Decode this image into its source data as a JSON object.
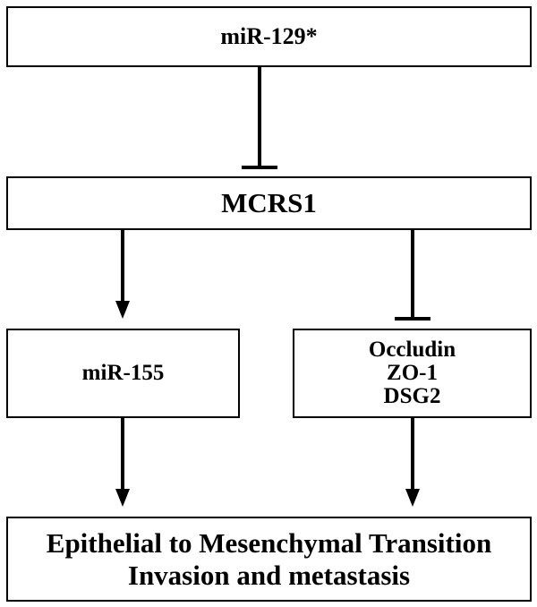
{
  "nodes": {
    "mir129": {
      "label": "miR-129*"
    },
    "mcrs1": {
      "label": "MCRS1"
    },
    "mir155": {
      "label": "miR-155"
    },
    "junctions": {
      "lines": [
        "Occludin",
        "ZO-1",
        "DSG2"
      ]
    },
    "outcome": {
      "lines": [
        "Epithelial to Mesenchymal Transition",
        "Invasion and metastasis"
      ]
    }
  },
  "edges": [
    {
      "from": "mir129",
      "to": "mcrs1",
      "type": "inhibition"
    },
    {
      "from": "mcrs1",
      "to": "mir155",
      "type": "activation"
    },
    {
      "from": "mcrs1",
      "to": "junctions",
      "type": "inhibition"
    },
    {
      "from": "mir155",
      "to": "outcome",
      "type": "activation"
    },
    {
      "from": "junctions",
      "to": "outcome",
      "type": "activation"
    }
  ]
}
